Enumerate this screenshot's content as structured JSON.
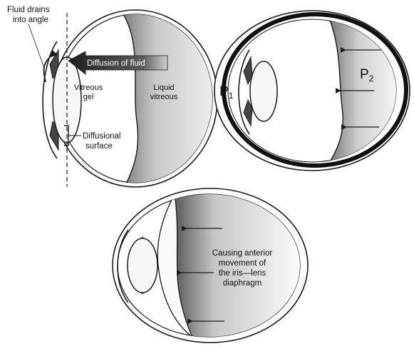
{
  "panel_top_left": {
    "fluid_drains_line1": "Fluid drains",
    "fluid_drains_line2": "into angle",
    "diffusion_of_fluid": "Diffusion of fluid",
    "vitreous_gel_line1": "Vitreous",
    "vitreous_gel_line2": "gel",
    "liquid_vitreous_line1": "Liquid",
    "liquid_vitreous_line2": "vitreous",
    "diffusional_surface_line1": "Diffusional",
    "diffusional_surface_line2": "surface"
  },
  "panel_top_right": {
    "p1_base": "P",
    "p1_sub": "1",
    "p2_base": "P",
    "p2_sub": "2"
  },
  "panel_bottom": {
    "caption_line1": "Causing anterior",
    "caption_line2": "movement of",
    "caption_line3": "the iris—lens",
    "caption_line4": "diaphragm"
  },
  "colors": {
    "ink": "#1a1a1a",
    "shade": "#bdbdbd",
    "banner": "#2a2a2a"
  }
}
